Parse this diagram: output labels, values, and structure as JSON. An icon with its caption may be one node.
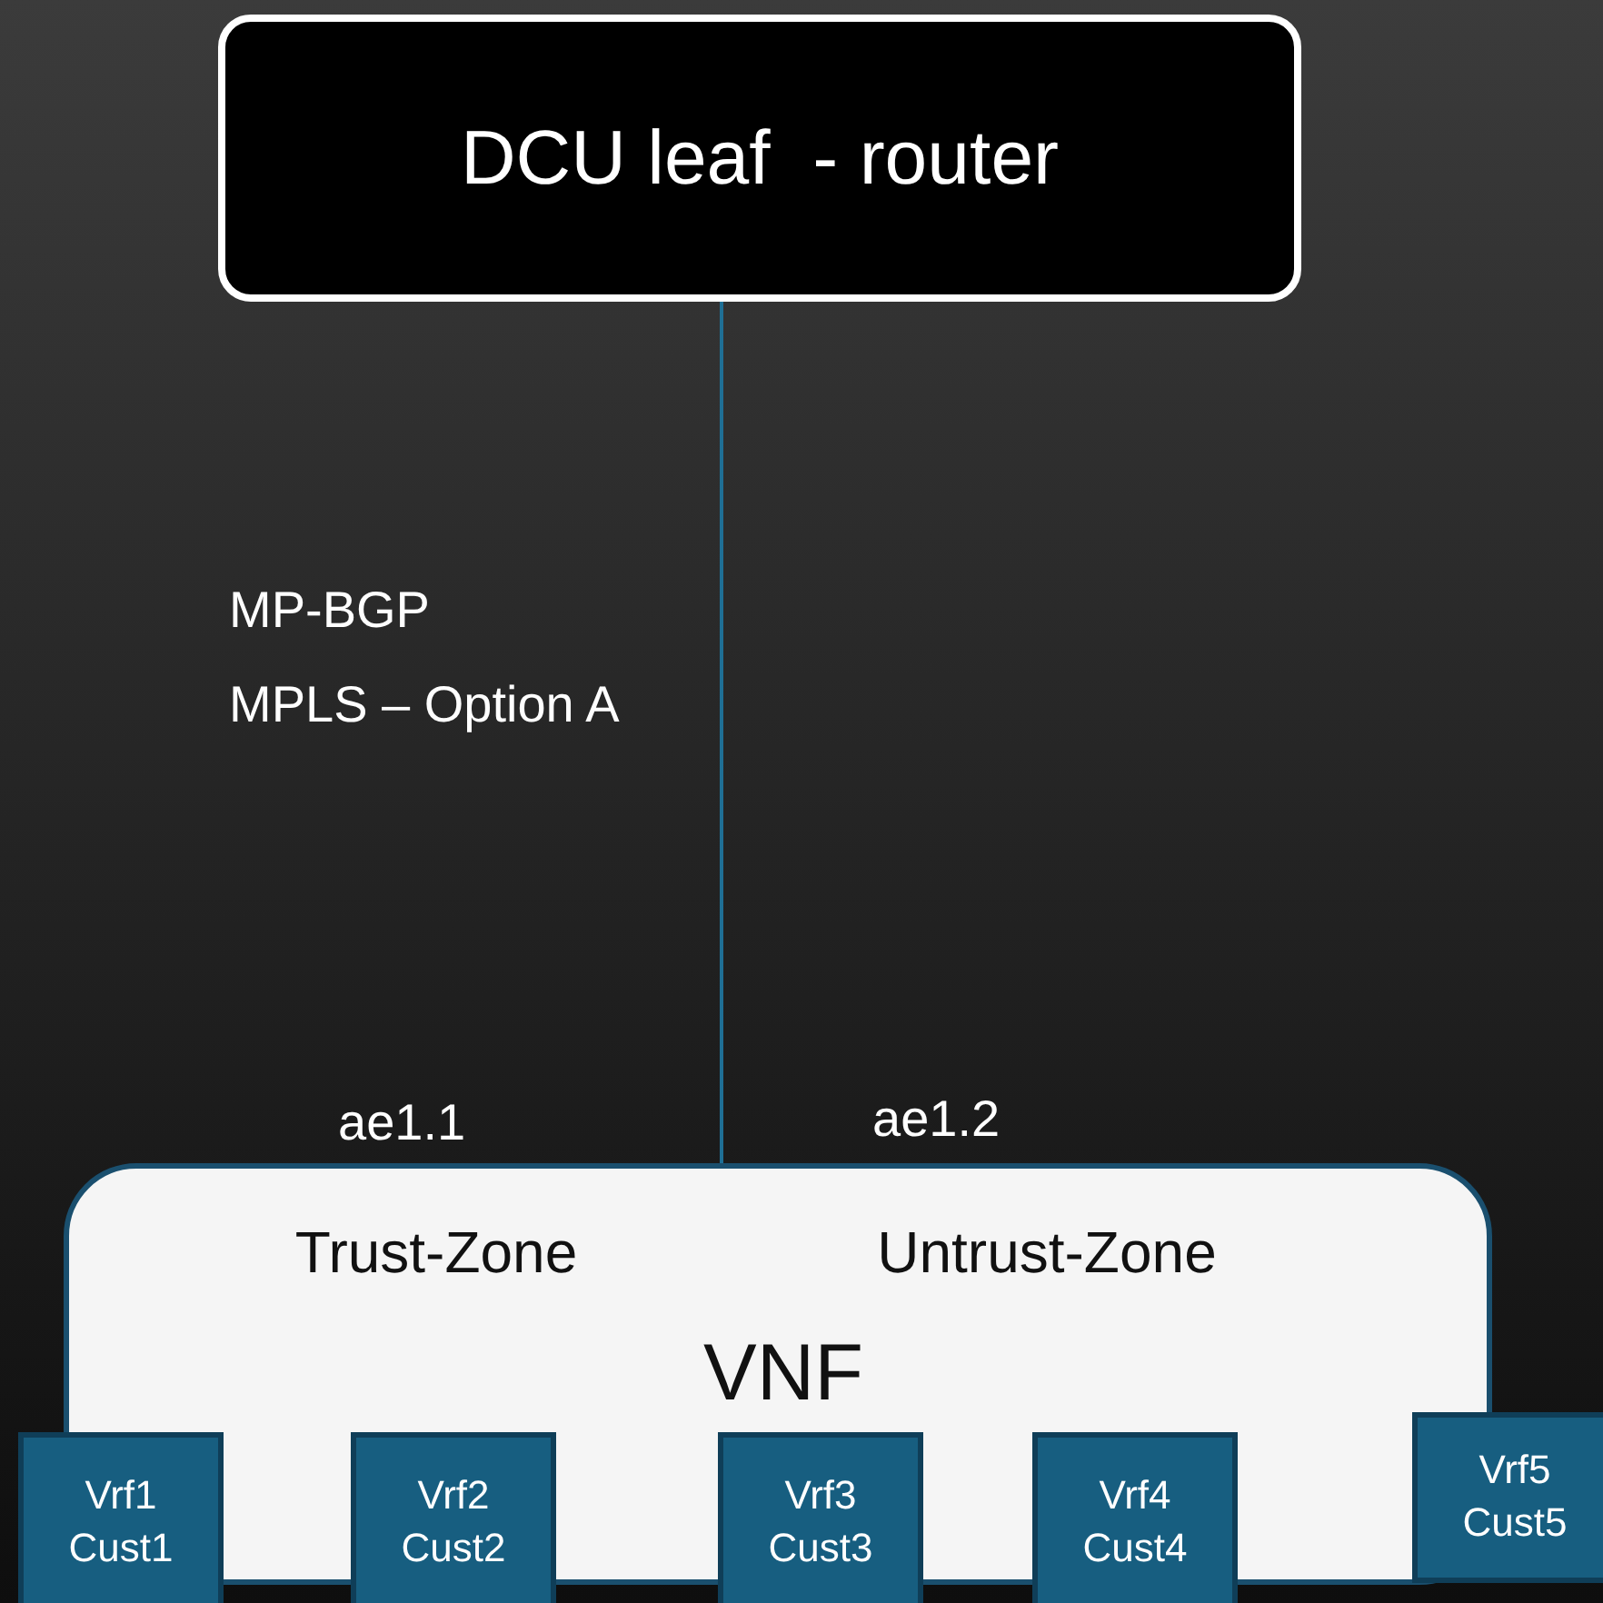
{
  "diagram": {
    "nodes": [
      {
        "text": [
          "DCU leaf  - router"
        ]
      },
      {
        "text": [
          "Trust-Zone",
          "Untrust-Zone",
          "VNF"
        ]
      },
      {
        "text": [
          "Vrf1 Cust1"
        ]
      },
      {
        "text": [
          "Vrf2 Cust2"
        ]
      },
      {
        "text": [
          "Vrf3 Cust3"
        ]
      },
      {
        "text": [
          "Vrf4 Cust4"
        ]
      },
      {
        "text": [
          "Vrf5 Cust5"
        ]
      }
    ],
    "edges": [
      {
        "from": 0,
        "to": 1,
        "arrow": "none"
      }
    ],
    "labels": [
      "MP-BGP",
      "MPLS – Option A",
      "ae1.1",
      "ae1.2"
    ]
  }
}
